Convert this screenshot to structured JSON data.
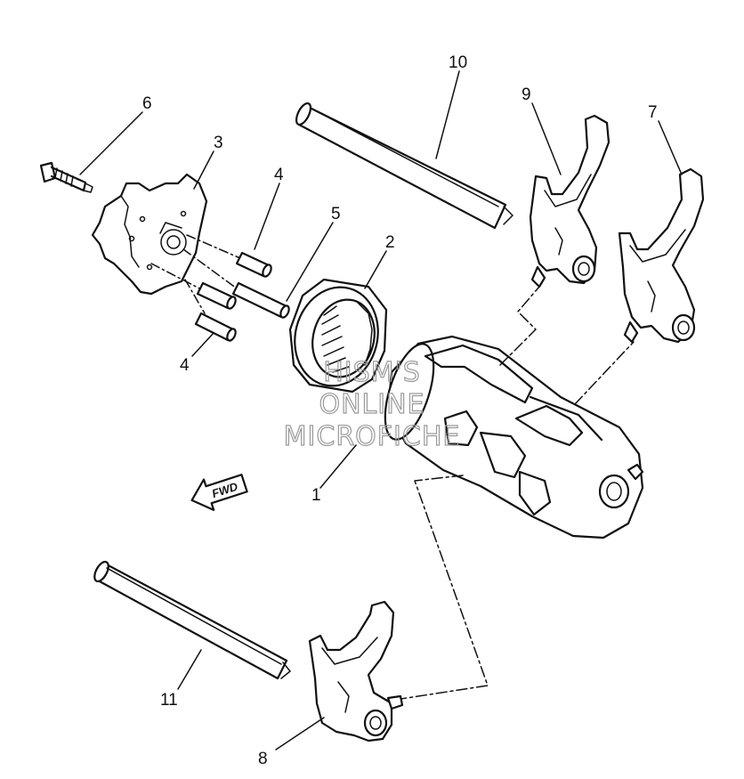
{
  "callouts": {
    "c1": "1",
    "c2": "2",
    "c3": "3",
    "c4a": "4",
    "c4b": "4",
    "c5": "5",
    "c6": "6",
    "c7": "7",
    "c8": "8",
    "c9": "9",
    "c10": "10",
    "c11": "11"
  },
  "direction_arrow": {
    "label": "FWD"
  },
  "watermark": {
    "line1": "HISM'S",
    "line2": "ONLINE",
    "line3": "MICROFICHE"
  }
}
